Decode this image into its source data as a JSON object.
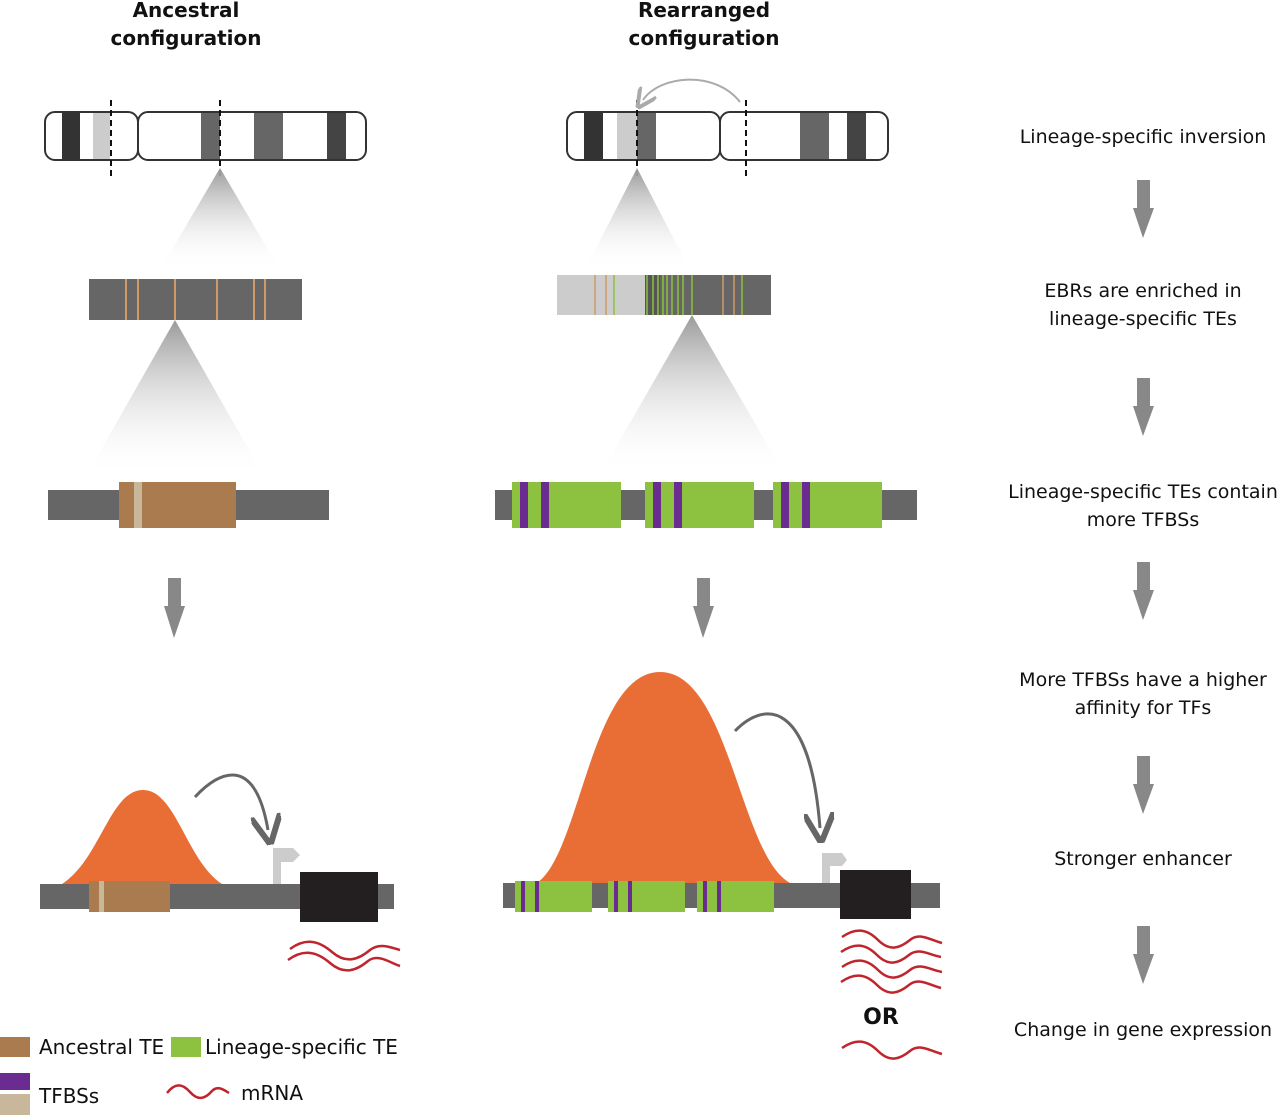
{
  "columns": {
    "ancestral": {
      "title_line1": "Ancestral",
      "title_line2": "configuration"
    },
    "rearranged": {
      "title_line1": "Rearranged",
      "title_line2": "configuration"
    }
  },
  "steps": [
    {
      "line1": "Lineage-specific inversion",
      "line2": ""
    },
    {
      "line1": "EBRs are enriched in",
      "line2": "lineage-specific TEs"
    },
    {
      "line1": "Lineage-specific TEs contain",
      "line2": "more TFBSs"
    },
    {
      "line1": "More TFBSs have a higher",
      "line2": "affinity for TFs"
    },
    {
      "line1": "Stronger enhancer",
      "line2": ""
    },
    {
      "line1": "Change in gene expression",
      "line2": ""
    }
  ],
  "or_label": "OR",
  "legend": {
    "ancestral_te": "Ancestral TE",
    "lineage_te": "Lineage-specific TE",
    "tfbs": "TFBSs",
    "mrna": "mRNA"
  },
  "colors": {
    "ancestral_te": "#a97b4f",
    "ancestral_tfbs": "#c8b79a",
    "lineage_te": "#8cc23f",
    "tfbs": "#6a2c91",
    "chromosome_band_dark": "#333333",
    "chromosome_band_mid": "#666666",
    "chromosome_band_light": "#cccccc",
    "dna": "#666666",
    "enhancer_peak": "#e96e35",
    "gene": "#231f20",
    "mrna": "#c0252e",
    "flow_arrow": "#888888",
    "promoter_flag": "#cccccc"
  }
}
